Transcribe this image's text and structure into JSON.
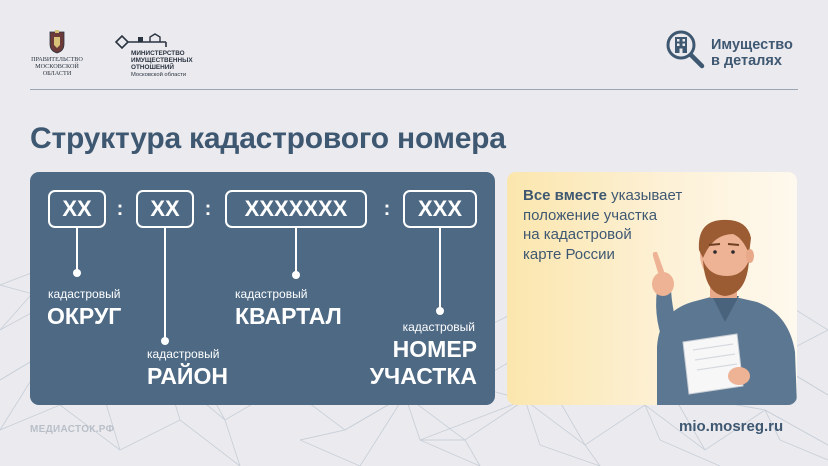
{
  "logos": {
    "government": [
      "ПРАВИТЕЛЬСТВО",
      "МОСКОВСКОЙ",
      "ОБЛАСТИ"
    ],
    "ministry": [
      "МИНИСТЕРСТВО",
      "ИМУЩЕСТВЕННЫХ",
      "ОТНОШЕНИЙ"
    ],
    "ministry_region": "Московской области"
  },
  "brand": {
    "line1": "Имущество",
    "line2": "в деталях",
    "icon": "magnifier-building-icon"
  },
  "title": "Структура кадастрового номера",
  "number": {
    "segments": [
      "XX",
      "XX",
      "XXXXXXX",
      "XXX"
    ],
    "separator": ":"
  },
  "labels": {
    "district": {
      "small": "кадастровый",
      "big": "ОКРУГ"
    },
    "region": {
      "small": "кадастровый",
      "big": "РАЙОН"
    },
    "quarter": {
      "small": "кадастровый",
      "big": "КВАРТАЛ"
    },
    "plot": {
      "small": "кадастровый",
      "big1": "НОМЕР",
      "big2": "УЧАСТКА"
    }
  },
  "info": {
    "bold": "Все вместе",
    "line1_rest": " указывает",
    "line2": "положение участка",
    "line3": "на кадастровой",
    "line4": "карте России"
  },
  "footer": {
    "left": "МЕДИАСТОК.РФ",
    "right": "mio.mosreg.ru"
  },
  "colors": {
    "accent": "#3f5872",
    "panel": "#4d6984",
    "info_bg": "#fbe6ad",
    "background": "#ebebef"
  }
}
